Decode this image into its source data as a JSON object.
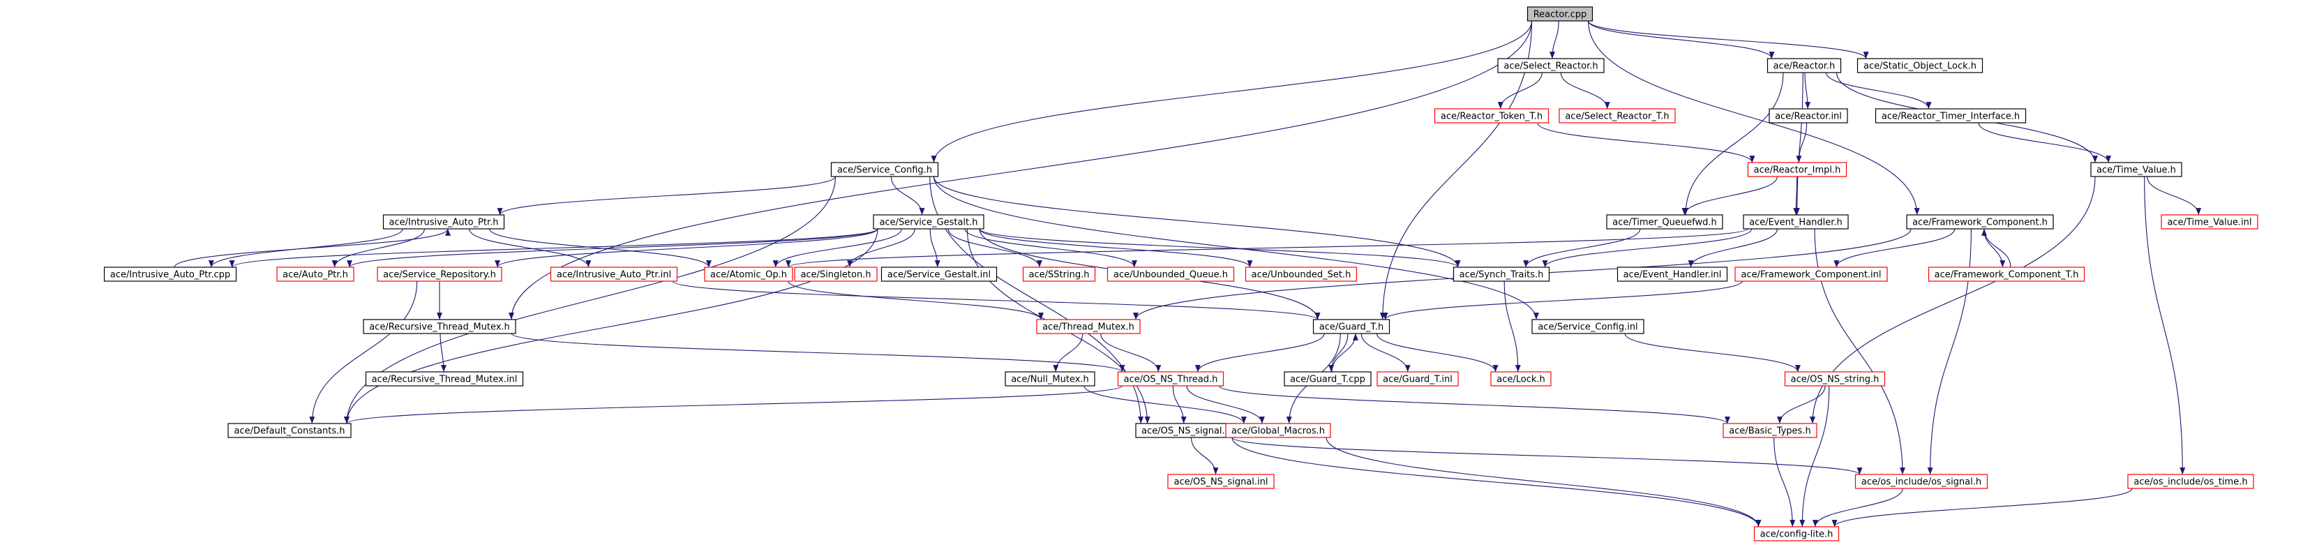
{
  "graph": {
    "title": "",
    "colors": {
      "root_fill": "#bfbfbf",
      "normal_stroke": "#000000",
      "missing_stroke": "#ff0000",
      "edge": "#191970"
    },
    "nodes": [
      {
        "id": "reactor_cpp",
        "label": "Reactor.cpp",
        "kind": "root"
      },
      {
        "id": "select_reactor_h",
        "label": "ace/Select_Reactor.h",
        "kind": "normal"
      },
      {
        "id": "reactor_h",
        "label": "ace/Reactor.h",
        "kind": "normal"
      },
      {
        "id": "static_object_lock_h",
        "label": "ace/Static_Object_Lock.h",
        "kind": "normal"
      },
      {
        "id": "reactor_token_t_h",
        "label": "ace/Reactor_Token_T.h",
        "kind": "missing"
      },
      {
        "id": "select_reactor_t_h",
        "label": "ace/Select_Reactor_T.h",
        "kind": "missing"
      },
      {
        "id": "reactor_inl",
        "label": "ace/Reactor.inl",
        "kind": "normal"
      },
      {
        "id": "reactor_timer_interface_h",
        "label": "ace/Reactor_Timer_Interface.h",
        "kind": "normal"
      },
      {
        "id": "reactor_impl_h",
        "label": "ace/Reactor_Impl.h",
        "kind": "missing"
      },
      {
        "id": "time_value_h",
        "label": "ace/Time_Value.h",
        "kind": "normal"
      },
      {
        "id": "service_config_h",
        "label": "ace/Service_Config.h",
        "kind": "normal"
      },
      {
        "id": "time_value_inl",
        "label": "ace/Time_Value.inl",
        "kind": "missing"
      },
      {
        "id": "intrusive_auto_ptr_h",
        "label": "ace/Intrusive_Auto_Ptr.h",
        "kind": "normal"
      },
      {
        "id": "service_gestalt_h",
        "label": "ace/Service_Gestalt.h",
        "kind": "normal"
      },
      {
        "id": "timer_queuefwd_h",
        "label": "ace/Timer_Queuefwd.h",
        "kind": "normal"
      },
      {
        "id": "event_handler_h",
        "label": "ace/Event_Handler.h",
        "kind": "normal"
      },
      {
        "id": "framework_component_h",
        "label": "ace/Framework_Component.h",
        "kind": "normal"
      },
      {
        "id": "intrusive_auto_ptr_cpp",
        "label": "ace/Intrusive_Auto_Ptr.cpp",
        "kind": "normal"
      },
      {
        "id": "auto_ptr_h",
        "label": "ace/Auto_Ptr.h",
        "kind": "missing"
      },
      {
        "id": "service_repository_h",
        "label": "ace/Service_Repository.h",
        "kind": "missing"
      },
      {
        "id": "intrusive_auto_ptr_inl",
        "label": "ace/Intrusive_Auto_Ptr.inl",
        "kind": "missing"
      },
      {
        "id": "atomic_op_h",
        "label": "ace/Atomic_Op.h",
        "kind": "missing"
      },
      {
        "id": "singleton_h",
        "label": "ace/Singleton.h",
        "kind": "missing"
      },
      {
        "id": "service_gestalt_inl",
        "label": "ace/Service_Gestalt.inl",
        "kind": "normal"
      },
      {
        "id": "sstring_h",
        "label": "ace/SString.h",
        "kind": "missing"
      },
      {
        "id": "unbounded_queue_h",
        "label": "ace/Unbounded_Queue.h",
        "kind": "missing"
      },
      {
        "id": "unbounded_set_h",
        "label": "ace/Unbounded_Set.h",
        "kind": "missing"
      },
      {
        "id": "synch_traits_h",
        "label": "ace/Synch_Traits.h",
        "kind": "normal"
      },
      {
        "id": "event_handler_inl",
        "label": "ace/Event_Handler.inl",
        "kind": "normal"
      },
      {
        "id": "framework_component_inl",
        "label": "ace/Framework_Component.inl",
        "kind": "missing"
      },
      {
        "id": "framework_component_t_h",
        "label": "ace/Framework_Component_T.h",
        "kind": "missing"
      },
      {
        "id": "recursive_thread_mutex_h",
        "label": "ace/Recursive_Thread_Mutex.h",
        "kind": "normal"
      },
      {
        "id": "thread_mutex_h",
        "label": "ace/Thread_Mutex.h",
        "kind": "missing"
      },
      {
        "id": "guard_t_h",
        "label": "ace/Guard_T.h",
        "kind": "normal"
      },
      {
        "id": "service_config_inl",
        "label": "ace/Service_Config.inl",
        "kind": "normal"
      },
      {
        "id": "recursive_thread_mutex_inl",
        "label": "ace/Recursive_Thread_Mutex.inl",
        "kind": "normal"
      },
      {
        "id": "null_mutex_h",
        "label": "ace/Null_Mutex.h",
        "kind": "normal"
      },
      {
        "id": "os_ns_thread_h",
        "label": "ace/OS_NS_Thread.h",
        "kind": "missing"
      },
      {
        "id": "guard_t_cpp",
        "label": "ace/Guard_T.cpp",
        "kind": "normal"
      },
      {
        "id": "guard_t_inl",
        "label": "ace/Guard_T.inl",
        "kind": "missing"
      },
      {
        "id": "lock_h",
        "label": "ace/Lock.h",
        "kind": "missing"
      },
      {
        "id": "os_ns_string_h",
        "label": "ace/OS_NS_string.h",
        "kind": "missing"
      },
      {
        "id": "default_constants_h",
        "label": "ace/Default_Constants.h",
        "kind": "normal"
      },
      {
        "id": "os_ns_signal_h",
        "label": "ace/OS_NS_signal.h",
        "kind": "normal"
      },
      {
        "id": "global_macros_h",
        "label": "ace/Global_Macros.h",
        "kind": "missing"
      },
      {
        "id": "basic_types_h",
        "label": "ace/Basic_Types.h",
        "kind": "missing"
      },
      {
        "id": "os_ns_signal_inl",
        "label": "ace/OS_NS_signal.inl",
        "kind": "missing"
      },
      {
        "id": "os_include_os_signal_h",
        "label": "ace/os_include/os_signal.h",
        "kind": "missing"
      },
      {
        "id": "os_include_os_time_h",
        "label": "ace/os_include/os_time.h",
        "kind": "missing"
      },
      {
        "id": "config_lite_h",
        "label": "ace/config-lite.h",
        "kind": "missing"
      }
    ],
    "edges": [
      [
        "reactor_cpp",
        "select_reactor_h"
      ],
      [
        "reactor_cpp",
        "reactor_h"
      ],
      [
        "reactor_cpp",
        "static_object_lock_h"
      ],
      [
        "reactor_cpp",
        "service_config_h"
      ],
      [
        "reactor_cpp",
        "recursive_thread_mutex_h"
      ],
      [
        "reactor_cpp",
        "guard_t_h"
      ],
      [
        "reactor_cpp",
        "framework_component_h"
      ],
      [
        "select_reactor_h",
        "reactor_token_t_h"
      ],
      [
        "select_reactor_h",
        "select_reactor_t_h"
      ],
      [
        "reactor_token_t_h",
        "reactor_impl_h"
      ],
      [
        "reactor_h",
        "reactor_inl"
      ],
      [
        "reactor_h",
        "reactor_timer_interface_h"
      ],
      [
        "reactor_h",
        "time_value_h"
      ],
      [
        "reactor_h",
        "timer_queuefwd_h"
      ],
      [
        "reactor_h",
        "event_handler_h"
      ],
      [
        "reactor_inl",
        "reactor_impl_h"
      ],
      [
        "reactor_impl_h",
        "timer_queuefwd_h"
      ],
      [
        "reactor_impl_h",
        "event_handler_h"
      ],
      [
        "reactor_timer_interface_h",
        "time_value_h"
      ],
      [
        "time_value_h",
        "time_value_inl"
      ],
      [
        "time_value_h",
        "basic_types_h"
      ],
      [
        "time_value_h",
        "os_include_os_time_h"
      ],
      [
        "service_config_h",
        "intrusive_auto_ptr_h"
      ],
      [
        "service_config_h",
        "service_gestalt_h"
      ],
      [
        "service_config_h",
        "synch_traits_h"
      ],
      [
        "service_config_h",
        "service_config_inl"
      ],
      [
        "service_config_h",
        "default_constants_h"
      ],
      [
        "service_config_h",
        "os_ns_signal_h"
      ],
      [
        "intrusive_auto_ptr_h",
        "intrusive_auto_ptr_cpp"
      ],
      [
        "intrusive_auto_ptr_h",
        "auto_ptr_h"
      ],
      [
        "intrusive_auto_ptr_h",
        "intrusive_auto_ptr_inl"
      ],
      [
        "intrusive_auto_ptr_h",
        "atomic_op_h"
      ],
      [
        "intrusive_auto_ptr_cpp",
        "intrusive_auto_ptr_h"
      ],
      [
        "service_gestalt_h",
        "intrusive_auto_ptr_cpp"
      ],
      [
        "service_gestalt_h",
        "auto_ptr_h"
      ],
      [
        "service_gestalt_h",
        "service_repository_h"
      ],
      [
        "service_gestalt_h",
        "atomic_op_h"
      ],
      [
        "service_gestalt_h",
        "singleton_h"
      ],
      [
        "service_gestalt_h",
        "service_gestalt_inl"
      ],
      [
        "service_gestalt_h",
        "sstring_h"
      ],
      [
        "service_gestalt_h",
        "unbounded_queue_h"
      ],
      [
        "service_gestalt_h",
        "unbounded_set_h"
      ],
      [
        "service_gestalt_h",
        "synch_traits_h"
      ],
      [
        "service_gestalt_h",
        "guard_t_h"
      ],
      [
        "service_gestalt_h",
        "default_constants_h"
      ],
      [
        "service_gestalt_h",
        "os_ns_signal_h"
      ],
      [
        "service_repository_h",
        "recursive_thread_mutex_h"
      ],
      [
        "service_repository_h",
        "default_constants_h"
      ],
      [
        "intrusive_auto_ptr_inl",
        "guard_t_h"
      ],
      [
        "atomic_op_h",
        "thread_mutex_h"
      ],
      [
        "event_handler_h",
        "atomic_op_h"
      ],
      [
        "event_handler_h",
        "synch_traits_h"
      ],
      [
        "event_handler_h",
        "event_handler_inl"
      ],
      [
        "event_handler_h",
        "os_include_os_signal_h"
      ],
      [
        "timer_queuefwd_h",
        "synch_traits_h"
      ],
      [
        "synch_traits_h",
        "lock_h"
      ],
      [
        "framework_component_h",
        "thread_mutex_h"
      ],
      [
        "framework_component_h",
        "framework_component_inl"
      ],
      [
        "framework_component_h",
        "framework_component_t_h"
      ],
      [
        "framework_component_h",
        "os_include_os_signal_h"
      ],
      [
        "framework_component_t_h",
        "framework_component_h"
      ],
      [
        "framework_component_inl",
        "guard_t_h"
      ],
      [
        "recursive_thread_mutex_h",
        "recursive_thread_mutex_inl"
      ],
      [
        "recursive_thread_mutex_h",
        "os_ns_thread_h"
      ],
      [
        "thread_mutex_h",
        "null_mutex_h"
      ],
      [
        "thread_mutex_h",
        "os_ns_thread_h"
      ],
      [
        "guard_t_h",
        "guard_t_cpp"
      ],
      [
        "guard_t_h",
        "guard_t_inl"
      ],
      [
        "guard_t_h",
        "lock_h"
      ],
      [
        "guard_t_h",
        "os_ns_thread_h"
      ],
      [
        "guard_t_h",
        "global_macros_h"
      ],
      [
        "guard_t_cpp",
        "guard_t_h"
      ],
      [
        "null_mutex_h",
        "global_macros_h"
      ],
      [
        "os_ns_thread_h",
        "default_constants_h"
      ],
      [
        "os_ns_thread_h",
        "os_ns_signal_h"
      ],
      [
        "os_ns_thread_h",
        "global_macros_h"
      ],
      [
        "os_ns_thread_h",
        "basic_types_h"
      ],
      [
        "service_config_inl",
        "os_ns_string_h"
      ],
      [
        "os_ns_string_h",
        "basic_types_h"
      ],
      [
        "os_ns_string_h",
        "config_lite_h"
      ],
      [
        "os_ns_signal_h",
        "os_ns_signal_inl"
      ],
      [
        "os_ns_signal_h",
        "os_include_os_signal_h"
      ],
      [
        "os_ns_signal_h",
        "config_lite_h"
      ],
      [
        "global_macros_h",
        "config_lite_h"
      ],
      [
        "basic_types_h",
        "config_lite_h"
      ],
      [
        "os_include_os_signal_h",
        "config_lite_h"
      ],
      [
        "os_include_os_time_h",
        "config_lite_h"
      ]
    ]
  }
}
